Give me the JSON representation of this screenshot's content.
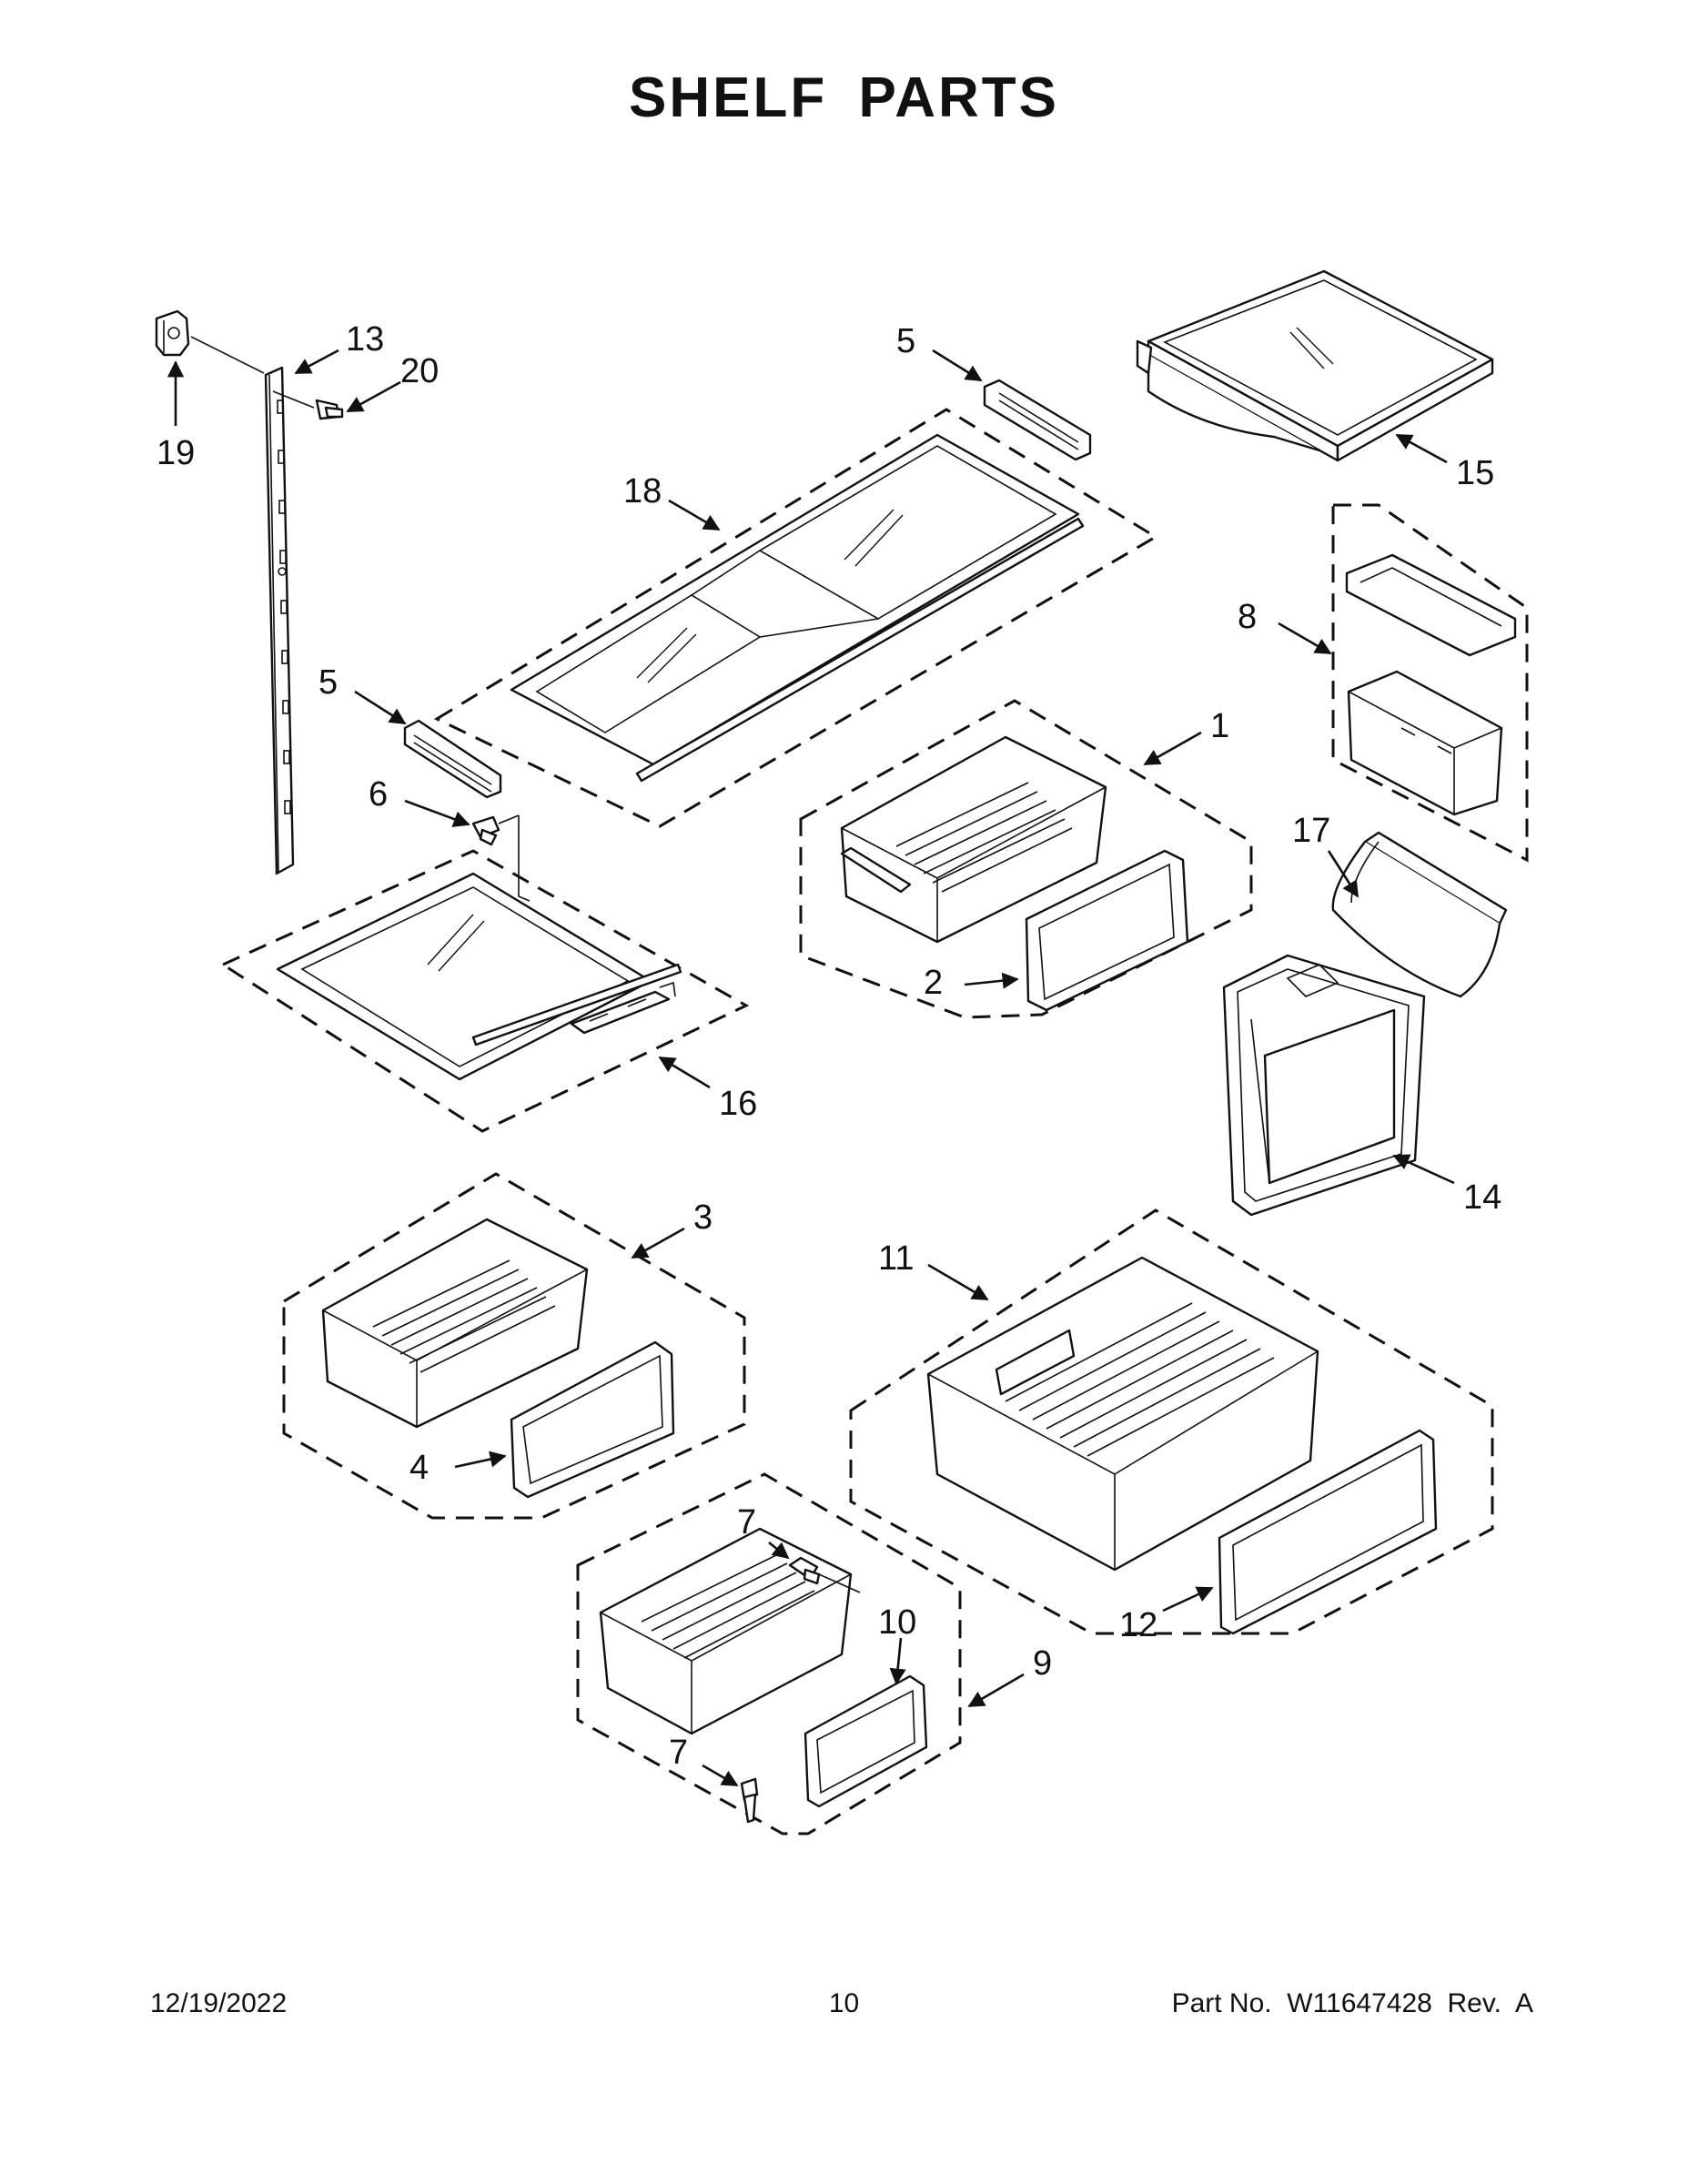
{
  "title": "SHELF PARTS",
  "footer": {
    "date": "12/19/2022",
    "page": "10",
    "part_number": "Part No.  W11647428  Rev.  A"
  },
  "callouts": {
    "c1": "1",
    "c2": "2",
    "c3": "3",
    "c4": "4",
    "c5a": "5",
    "c5b": "5",
    "c6": "6",
    "c7a": "7",
    "c7b": "7",
    "c8": "8",
    "c9": "9",
    "c10": "10",
    "c11": "11",
    "c12": "12",
    "c13": "13",
    "c14": "14",
    "c15": "15",
    "c16": "16",
    "c17": "17",
    "c18": "18",
    "c19": "19",
    "c20": "20"
  }
}
